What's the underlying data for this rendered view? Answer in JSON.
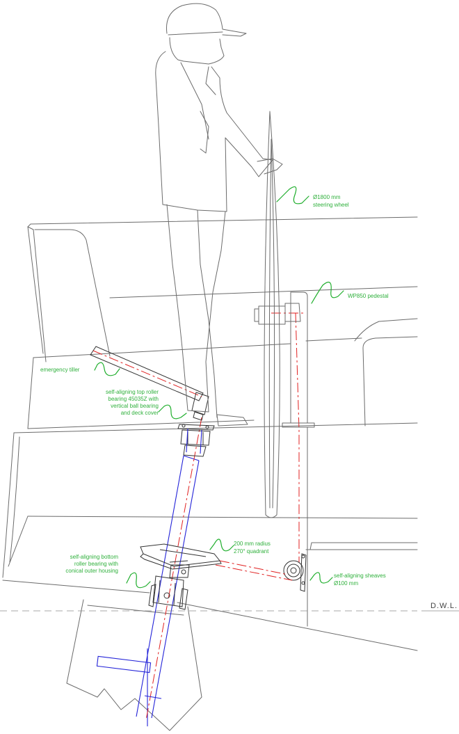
{
  "labels": {
    "steering_wheel": [
      "Ø1800 mm",
      "steering wheel"
    ],
    "pedestal": [
      "WP850 pedestal"
    ],
    "emergency_tiller": [
      "emergency tiller"
    ],
    "top_bearing": [
      "self-aligning top roller",
      "bearing 45035Z with",
      "vertical ball bearing",
      "and deck cover"
    ],
    "quadrant": [
      "200 mm radius",
      "270° quadrant"
    ],
    "bottom_bearing": [
      "self-aligning bottom",
      "roller bearing with",
      "conical outer housing"
    ],
    "sheaves": [
      "self-aligning sheaves",
      "Ø100 mm"
    ],
    "waterline": "D.W.L."
  },
  "colors": {
    "outline": "#6b6b6b",
    "rudder_stock": "#2323d8",
    "steering_cable": "#e02020",
    "annotation": "#1fae2c"
  }
}
